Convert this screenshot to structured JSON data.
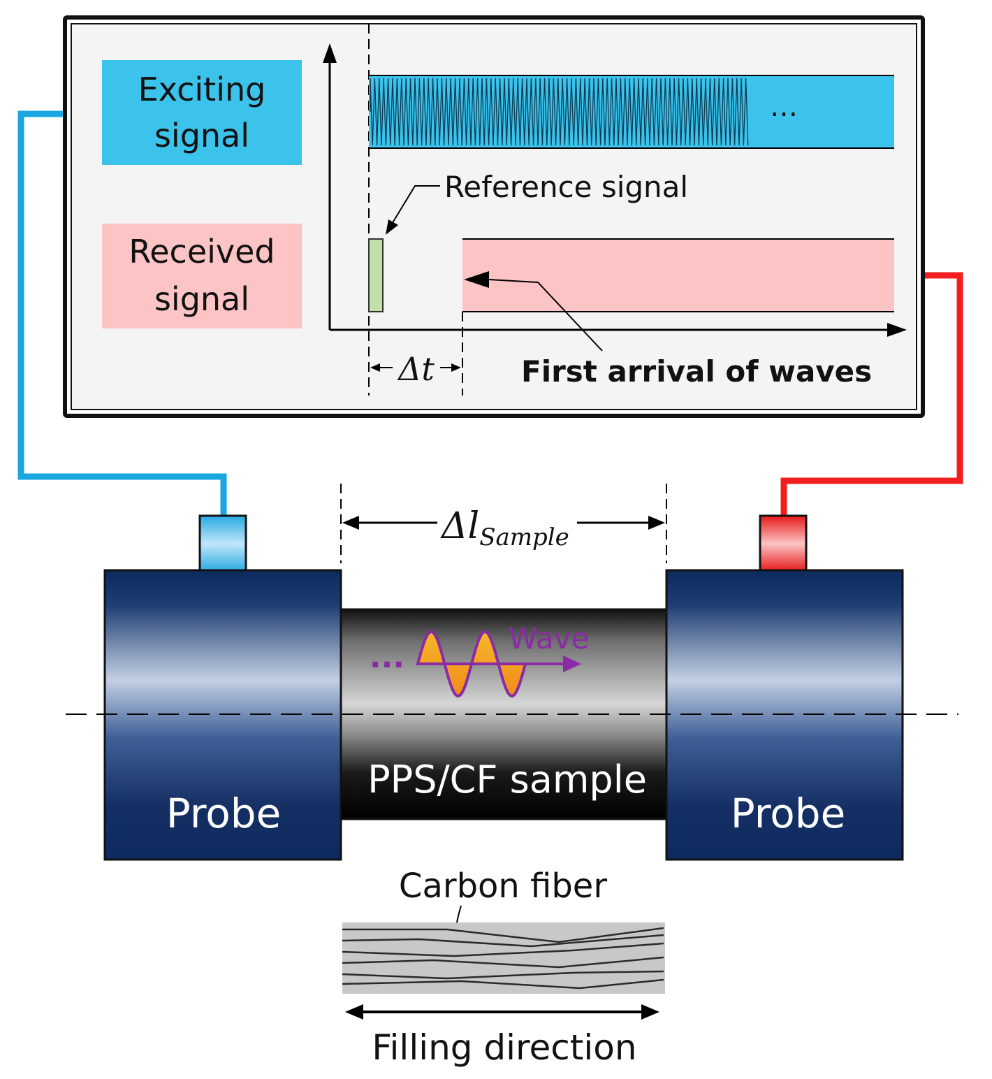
{
  "signal_panel": {
    "exciting_label_line1": "Exciting",
    "exciting_label_line2": "signal",
    "received_label_line1": "Received",
    "received_label_line2": "signal",
    "ellipsis": "…",
    "reference_label": "Reference signal",
    "first_arrival_label": "First arrival of waves",
    "delta_t_symbol": "Δt"
  },
  "sample": {
    "delta_l_symbol": "Δl",
    "delta_l_subscript": "Sample",
    "wave_label": "Wave",
    "wave_dots": "···",
    "sample_label": "PPS/CF sample",
    "left_probe_label": "Probe",
    "right_probe_label": "Probe"
  },
  "fiber": {
    "carbon_fiber_label": "Carbon fiber",
    "filling_direction_label": "Filling direction"
  },
  "colors": {
    "exciting": "#3cc3ec",
    "received": "#fcc4c4",
    "reference": "#c2e0a6",
    "left_cable": "#1aa6e0",
    "right_cable": "#f01e1e",
    "probe_dark": "#0d2a5e",
    "probe_light": "#c4d0e4",
    "wave_purple": "#8a2aa6",
    "wave_orange": "#f4a21a"
  }
}
